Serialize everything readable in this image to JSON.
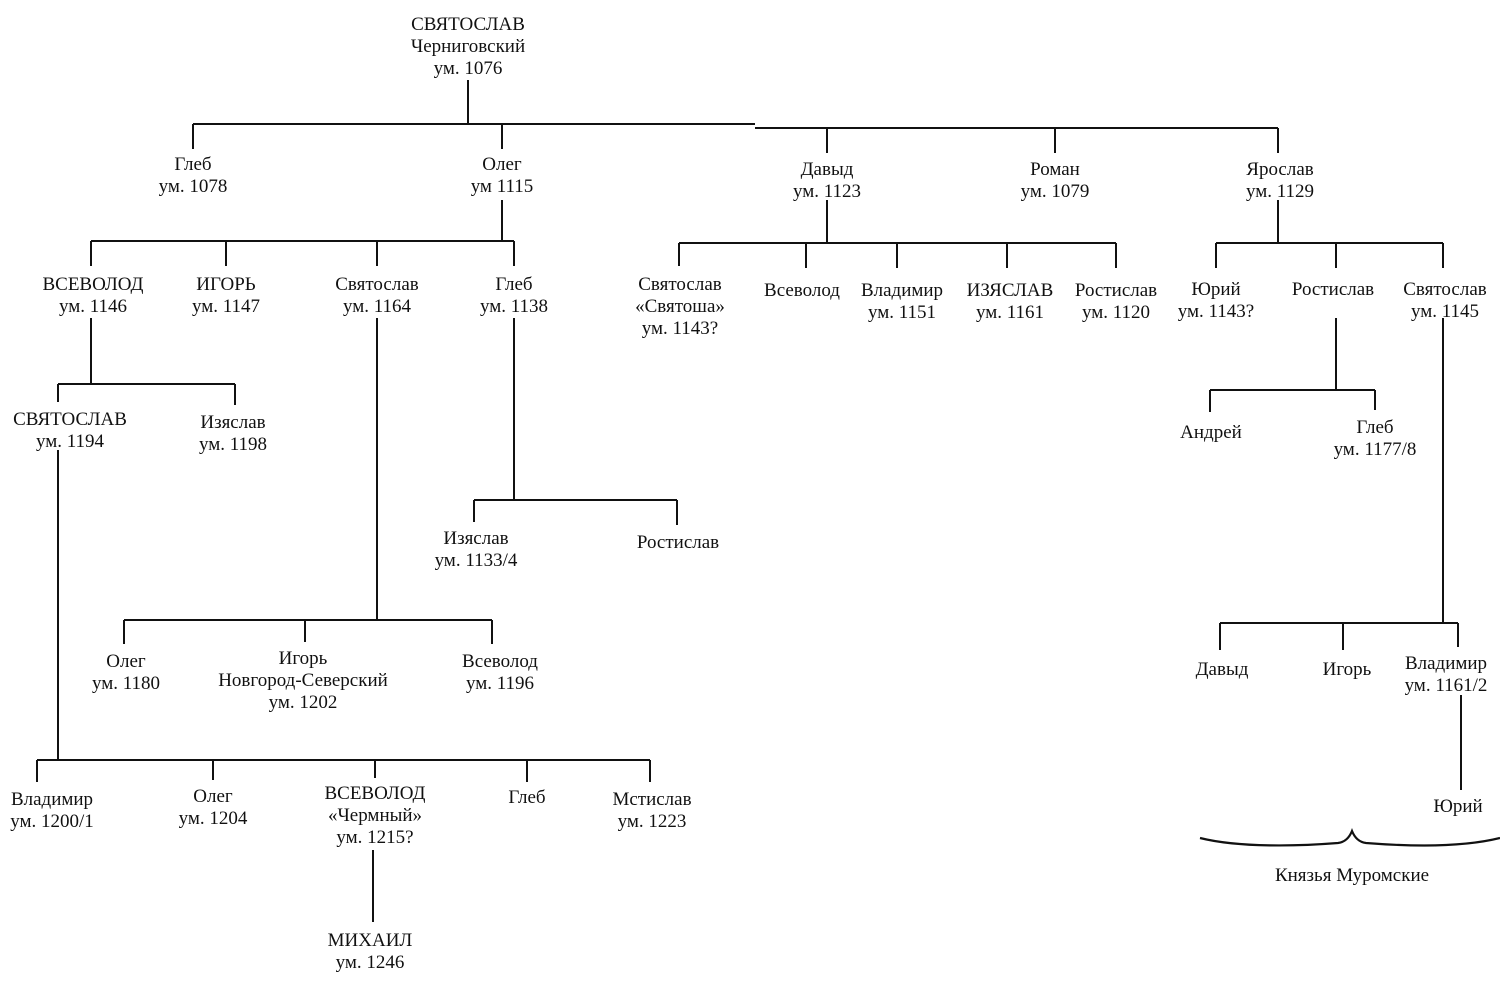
{
  "title": "",
  "persons": {
    "svyatoslav_root": [
      "СВЯТОСЛАВ",
      "Черниговский",
      "ум. 1076"
    ],
    "gleb_1078": [
      "Глеб",
      "ум. 1078"
    ],
    "oleg_1115": [
      "Олег",
      "ум 1115"
    ],
    "davyd_1123": [
      "Давыд",
      "ум. 1123"
    ],
    "roman_1079": [
      "Роман",
      "ум. 1079"
    ],
    "yaroslav_1129": [
      "Ярослав",
      "ум. 1129"
    ],
    "vsevolod_1146": [
      "ВСЕВОЛОД",
      "ум. 1146"
    ],
    "igor_1147": [
      "ИГОРЬ",
      "ум. 1147"
    ],
    "svyatoslav_1164": [
      "Святослав",
      "ум. 1164"
    ],
    "gleb_1138": [
      "Глеб",
      "ум. 1138"
    ],
    "svyatosha_1143": [
      "Святослав",
      "«Святоша»",
      "ум. 1143?"
    ],
    "vsevolod_d": [
      "Всеволод"
    ],
    "vladimir_1151": [
      "Владимир",
      "ум. 1151"
    ],
    "izyaslav_1161": [
      "ИЗЯСЛАВ",
      "ум. 1161"
    ],
    "rostislav_1120": [
      "Ростислав",
      "ум. 1120"
    ],
    "yuri_1143": [
      "Юрий",
      "ум. 1143?"
    ],
    "rostislav_y": [
      "Ростислав"
    ],
    "svyatoslav_1145": [
      "Святослав",
      "ум. 1145"
    ],
    "svyatoslav_1194": [
      "СВЯТОСЛАВ",
      "ум. 1194"
    ],
    "izyaslav_1198": [
      "Изяслав",
      "ум. 1198"
    ],
    "izyaslav_1133": [
      "Изяслав",
      "ум. 1133/4"
    ],
    "rostislav_g": [
      "Ростислав"
    ],
    "andrey": [
      "Андрей"
    ],
    "gleb_1177": [
      "Глеб",
      "ум. 1177/8"
    ],
    "oleg_1180": [
      "Олег",
      "ум. 1180"
    ],
    "igor_1202": [
      "Игорь",
      "Новгород-Северский",
      "ум. 1202"
    ],
    "vsevolod_1196": [
      "Всеволод",
      "ум. 1196"
    ],
    "davyd_m": [
      "Давыд"
    ],
    "igor_m": [
      "Игорь"
    ],
    "vladimir_1161": [
      "Владимир",
      "ум. 1161/2"
    ],
    "vladimir_1200": [
      "Владимир",
      "ум. 1200/1"
    ],
    "oleg_1204": [
      "Олег",
      "ум. 1204"
    ],
    "vsevolod_1215": [
      "ВСЕВОЛОД",
      "«Чермный»",
      "ум. 1215?"
    ],
    "gleb_s": [
      "Глеб"
    ],
    "mstislav_1223": [
      "Мстислав",
      "ум. 1223"
    ],
    "mikhail_1246": [
      "МИХАИЛ",
      "ум. 1246"
    ],
    "yuri_m": [
      "Юрий"
    ]
  },
  "annotations": {
    "murom_princes": "Князья Муромские"
  }
}
